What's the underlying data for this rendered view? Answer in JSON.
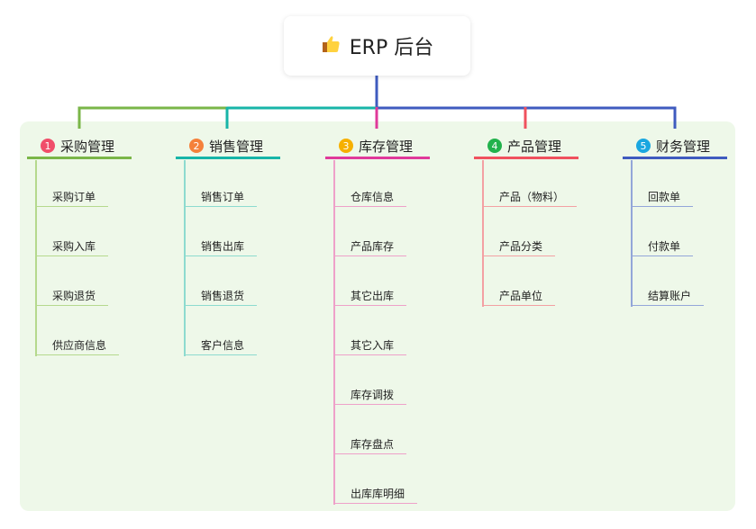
{
  "root": {
    "title": "ERP 后台",
    "icon": "thumbs-up-icon"
  },
  "categories": [
    {
      "number": "1",
      "label": "采购管理",
      "color": "#7ab648",
      "badge_color": "#f04e6a",
      "child_line_color": "#b5d98d",
      "children": [
        "采购订单",
        "采购入库",
        "采购退货",
        "供应商信息"
      ]
    },
    {
      "number": "2",
      "label": "销售管理",
      "color": "#17b5a8",
      "badge_color": "#f5813b",
      "child_line_color": "#8ddbcf",
      "children": [
        "销售订单",
        "销售出库",
        "销售退货",
        "客户信息"
      ]
    },
    {
      "number": "3",
      "label": "库存管理",
      "color": "#e0399a",
      "badge_color": "#f6b000",
      "child_line_color": "#eea1c9",
      "children": [
        "仓库信息",
        "产品库存",
        "其它出库",
        "其它入库",
        "库存调拨",
        "库存盘点",
        "出库库明细"
      ]
    },
    {
      "number": "4",
      "label": "产品管理",
      "color": "#f0515e",
      "badge_color": "#22b24c",
      "child_line_color": "#f3a0a3",
      "children": [
        "产品（物料）",
        "产品分类",
        "产品单位"
      ]
    },
    {
      "number": "5",
      "label": "财务管理",
      "color": "#3f5bbf",
      "badge_color": "#1aa7e0",
      "child_line_color": "#93a6d9",
      "children": [
        "回款单",
        "付款单",
        "结算账户"
      ]
    }
  ]
}
